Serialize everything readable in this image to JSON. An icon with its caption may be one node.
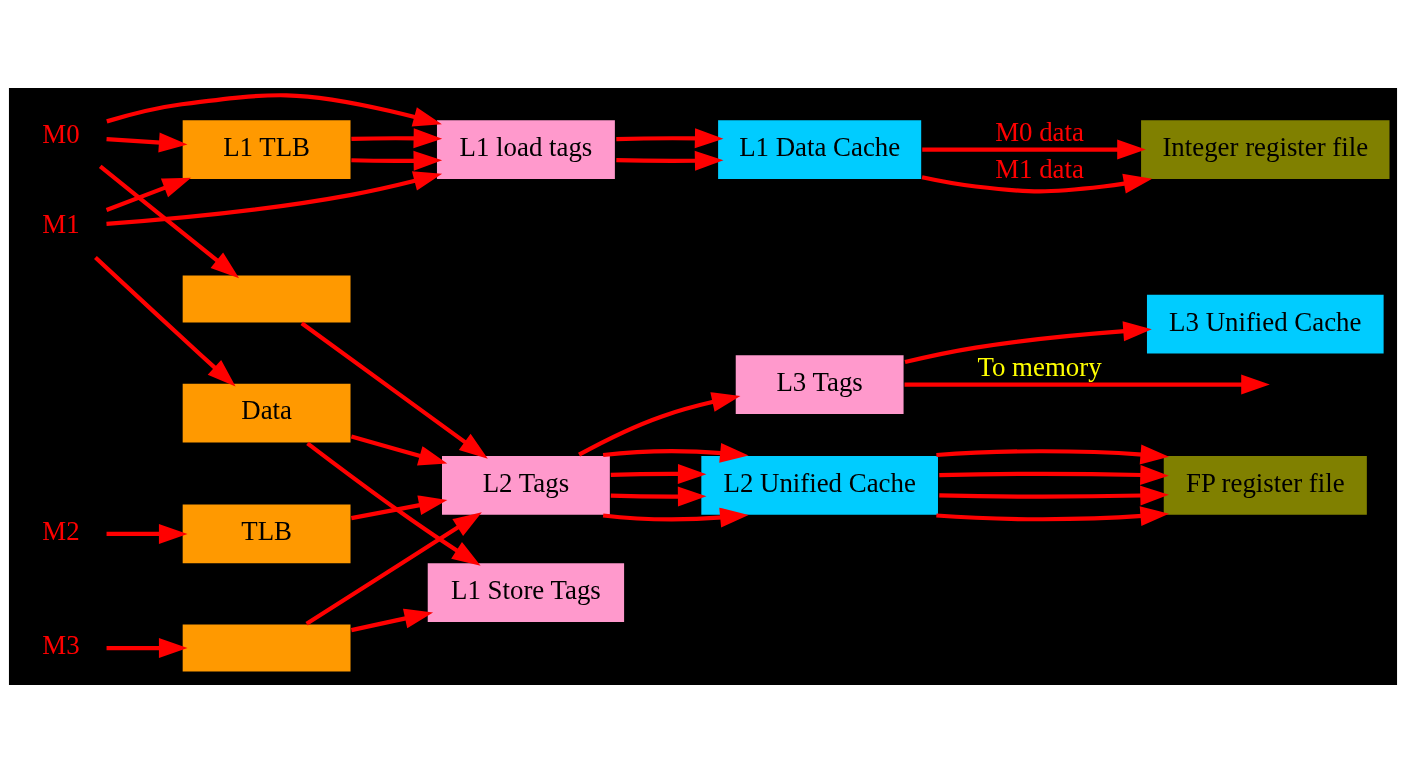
{
  "diagram": {
    "nodes": [
      {
        "text": [
          "M0"
        ]
      },
      {
        "text": [
          "M1"
        ]
      },
      {
        "text": [
          "M2"
        ]
      },
      {
        "text": [
          "M3"
        ]
      },
      {
        "text": [
          "L1 load tags"
        ]
      },
      {
        "text": [
          "L1 Data Cache"
        ]
      },
      {
        "text": [
          "Integer register file"
        ]
      },
      {
        "text": [
          "L1 TLB"
        ]
      },
      {
        "text": [
          "L1 Store Tags"
        ]
      },
      {
        "text": [
          "L3 Unified Cache"
        ]
      },
      {
        "text": [
          "L3 Tags"
        ]
      },
      {
        "text": [],
        "shape": "box"
      },
      {
        "text": [
          "Data"
        ]
      },
      {
        "text": [
          "TLB"
        ]
      },
      {
        "text": [],
        "shape": "box"
      },
      {
        "text": [
          "L2 Tags"
        ]
      },
      {
        "text": [
          "L2 Unified Cache"
        ]
      },
      {
        "text": [
          "FP register file"
        ]
      }
    ],
    "edges": [
      {
        "from": 1,
        "to": 4,
        "arrow": "to"
      },
      {
        "from": 0,
        "to": 4,
        "arrow": "to"
      },
      {
        "from": 1,
        "to": 7,
        "arrow": "to"
      },
      {
        "from": 0,
        "to": 7,
        "arrow": "to"
      },
      {
        "from": 0,
        "to": 11,
        "arrow": "to"
      },
      {
        "from": 1,
        "to": 12,
        "arrow": "to"
      },
      {
        "from": 2,
        "to": 13,
        "arrow": "to"
      },
      {
        "from": 3,
        "to": 14,
        "arrow": "to"
      },
      {
        "from": 7,
        "to": 4,
        "arrow": "to"
      },
      {
        "from": 7,
        "to": 4,
        "arrow": "to"
      },
      {
        "from": 4,
        "to": 5,
        "arrow": "to"
      },
      {
        "from": 4,
        "to": 5,
        "arrow": "to"
      },
      {
        "from": 5,
        "to": 6,
        "label": "M0 data",
        "arrow": "to"
      },
      {
        "from": 5,
        "to": 6,
        "label": "M1 data",
        "arrow": "to"
      },
      {
        "from": 12,
        "to": 8,
        "arrow": "to"
      },
      {
        "from": 14,
        "to": 8,
        "arrow": "to"
      },
      {
        "from": 11,
        "to": 15,
        "arrow": "to"
      },
      {
        "from": 12,
        "to": 15,
        "arrow": "to"
      },
      {
        "from": 13,
        "to": 15,
        "arrow": "to"
      },
      {
        "from": 14,
        "to": 15,
        "arrow": "to"
      },
      {
        "from": 15,
        "to": 16,
        "arrow": "to"
      },
      {
        "from": 15,
        "to": 10,
        "arrow": "to"
      },
      {
        "from": 15,
        "to": 16,
        "arrow": "to"
      },
      {
        "from": 15,
        "to": 16,
        "arrow": "to"
      },
      {
        "from": 15,
        "to": 16,
        "arrow": "to"
      },
      {
        "from": 10,
        "to": 9,
        "arrow": "to"
      },
      {
        "from": 10,
        "to": null,
        "label": "To memory",
        "arrow": "to"
      },
      {
        "from": 16,
        "to": 17,
        "arrow": "to"
      },
      {
        "from": 16,
        "to": 17,
        "arrow": "to"
      },
      {
        "from": 16,
        "to": 17,
        "arrow": "to"
      },
      {
        "from": 16,
        "to": 17,
        "arrow": "to"
      }
    ]
  }
}
